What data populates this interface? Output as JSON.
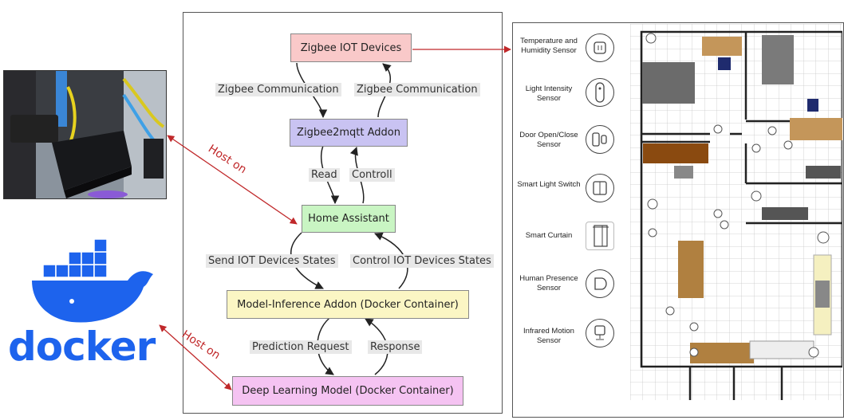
{
  "flow": {
    "nodes": {
      "zigbee_devices": "Zigbee IOT Devices",
      "zigbee2mqtt": "Zigbee2mqtt Addon",
      "home_assistant": "Home Assistant",
      "model_inference": "Model-Inference Addon (Docker Container)",
      "deep_learning": "Deep Learning Model (Docker Container)"
    },
    "edges": {
      "zigbee_comm_left": "Zigbee Communication",
      "zigbee_comm_right": "Zigbee Communication",
      "read": "Read",
      "controll": "Controll",
      "send_states": "Send IOT Devices States",
      "control_states": "Control IOT Devices States",
      "prediction_request": "Prediction Request",
      "response": "Response"
    }
  },
  "host_labels": {
    "top": "Host on",
    "bottom": "Host on"
  },
  "docker_logo": {
    "wordmark": "docker",
    "color": "#1d63ed"
  },
  "sensors": [
    {
      "label": "Temperature and Humidity Sensor",
      "icon": "temperature-humidity-icon"
    },
    {
      "label": "Light Intensity Sensor",
      "icon": "light-intensity-icon"
    },
    {
      "label": "Door Open/Close Sensor",
      "icon": "door-sensor-icon"
    },
    {
      "label": "Smart Light Switch",
      "icon": "light-switch-icon"
    },
    {
      "label": "Smart Curtain",
      "icon": "curtain-icon"
    },
    {
      "label": "Human Presence Sensor",
      "icon": "presence-icon"
    },
    {
      "label": "Infrared Motion Sensor",
      "icon": "motion-icon"
    }
  ],
  "colors": {
    "zigbee_devices": "#f9c9c9",
    "zigbee2mqtt": "#c9c3f2",
    "home_assistant": "#c9f5c3",
    "model_inference": "#fbf6c4",
    "deep_learning": "#f5c3f2",
    "host_arrow": "#c0282a"
  }
}
